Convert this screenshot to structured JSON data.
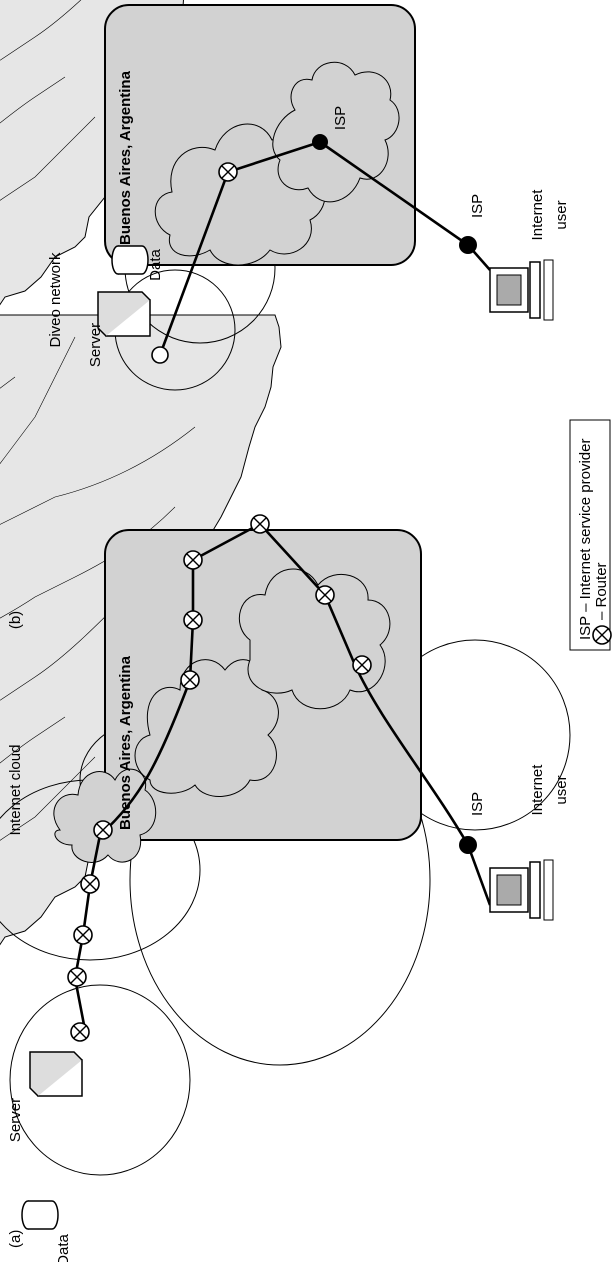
{
  "panel_a": {
    "tag": "(a)",
    "data_label": "Data",
    "server_label": "Server",
    "cloud_label": "Internet cloud",
    "region_label": "Buenos Aires, Argentina",
    "isp_label": "ISP",
    "user_label_line1": "Internet",
    "user_label_line2": "user"
  },
  "panel_b": {
    "tag": "(b)",
    "network_label": "Diveo network",
    "server_label": "Server",
    "data_label": "Data",
    "region_label": "Buenos Aires, Argentina",
    "isp_cloud_label": "ISP",
    "isp_label": "ISP",
    "user_label_line1": "Internet",
    "user_label_line2": "user"
  },
  "legend": {
    "isp_line": "ISP – Internet service provider",
    "router_line": "– Router"
  }
}
